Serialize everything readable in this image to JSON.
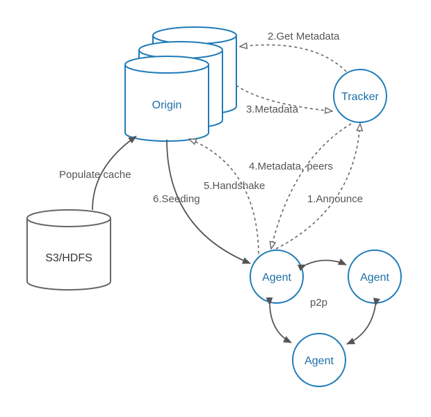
{
  "colors": {
    "accent": "#1e7bb8",
    "gray_stroke": "#666666",
    "label_text": "#555555",
    "accent_text": "#1a6fa8"
  },
  "nodes": {
    "origin": "Origin",
    "tracker": "Tracker",
    "storage": "S3/HDFS",
    "agent_left": "Agent",
    "agent_right": "Agent",
    "agent_bottom": "Agent"
  },
  "edges": {
    "get_metadata": "2.Get Metadata",
    "metadata": "3.Metadata",
    "metadata_peers": "4.Metadata, peers",
    "handshake": "5.Handshake",
    "seeding": "6.Seeding",
    "announce": "1.Announce",
    "populate_cache": "Populate cache",
    "p2p": "p2p"
  }
}
